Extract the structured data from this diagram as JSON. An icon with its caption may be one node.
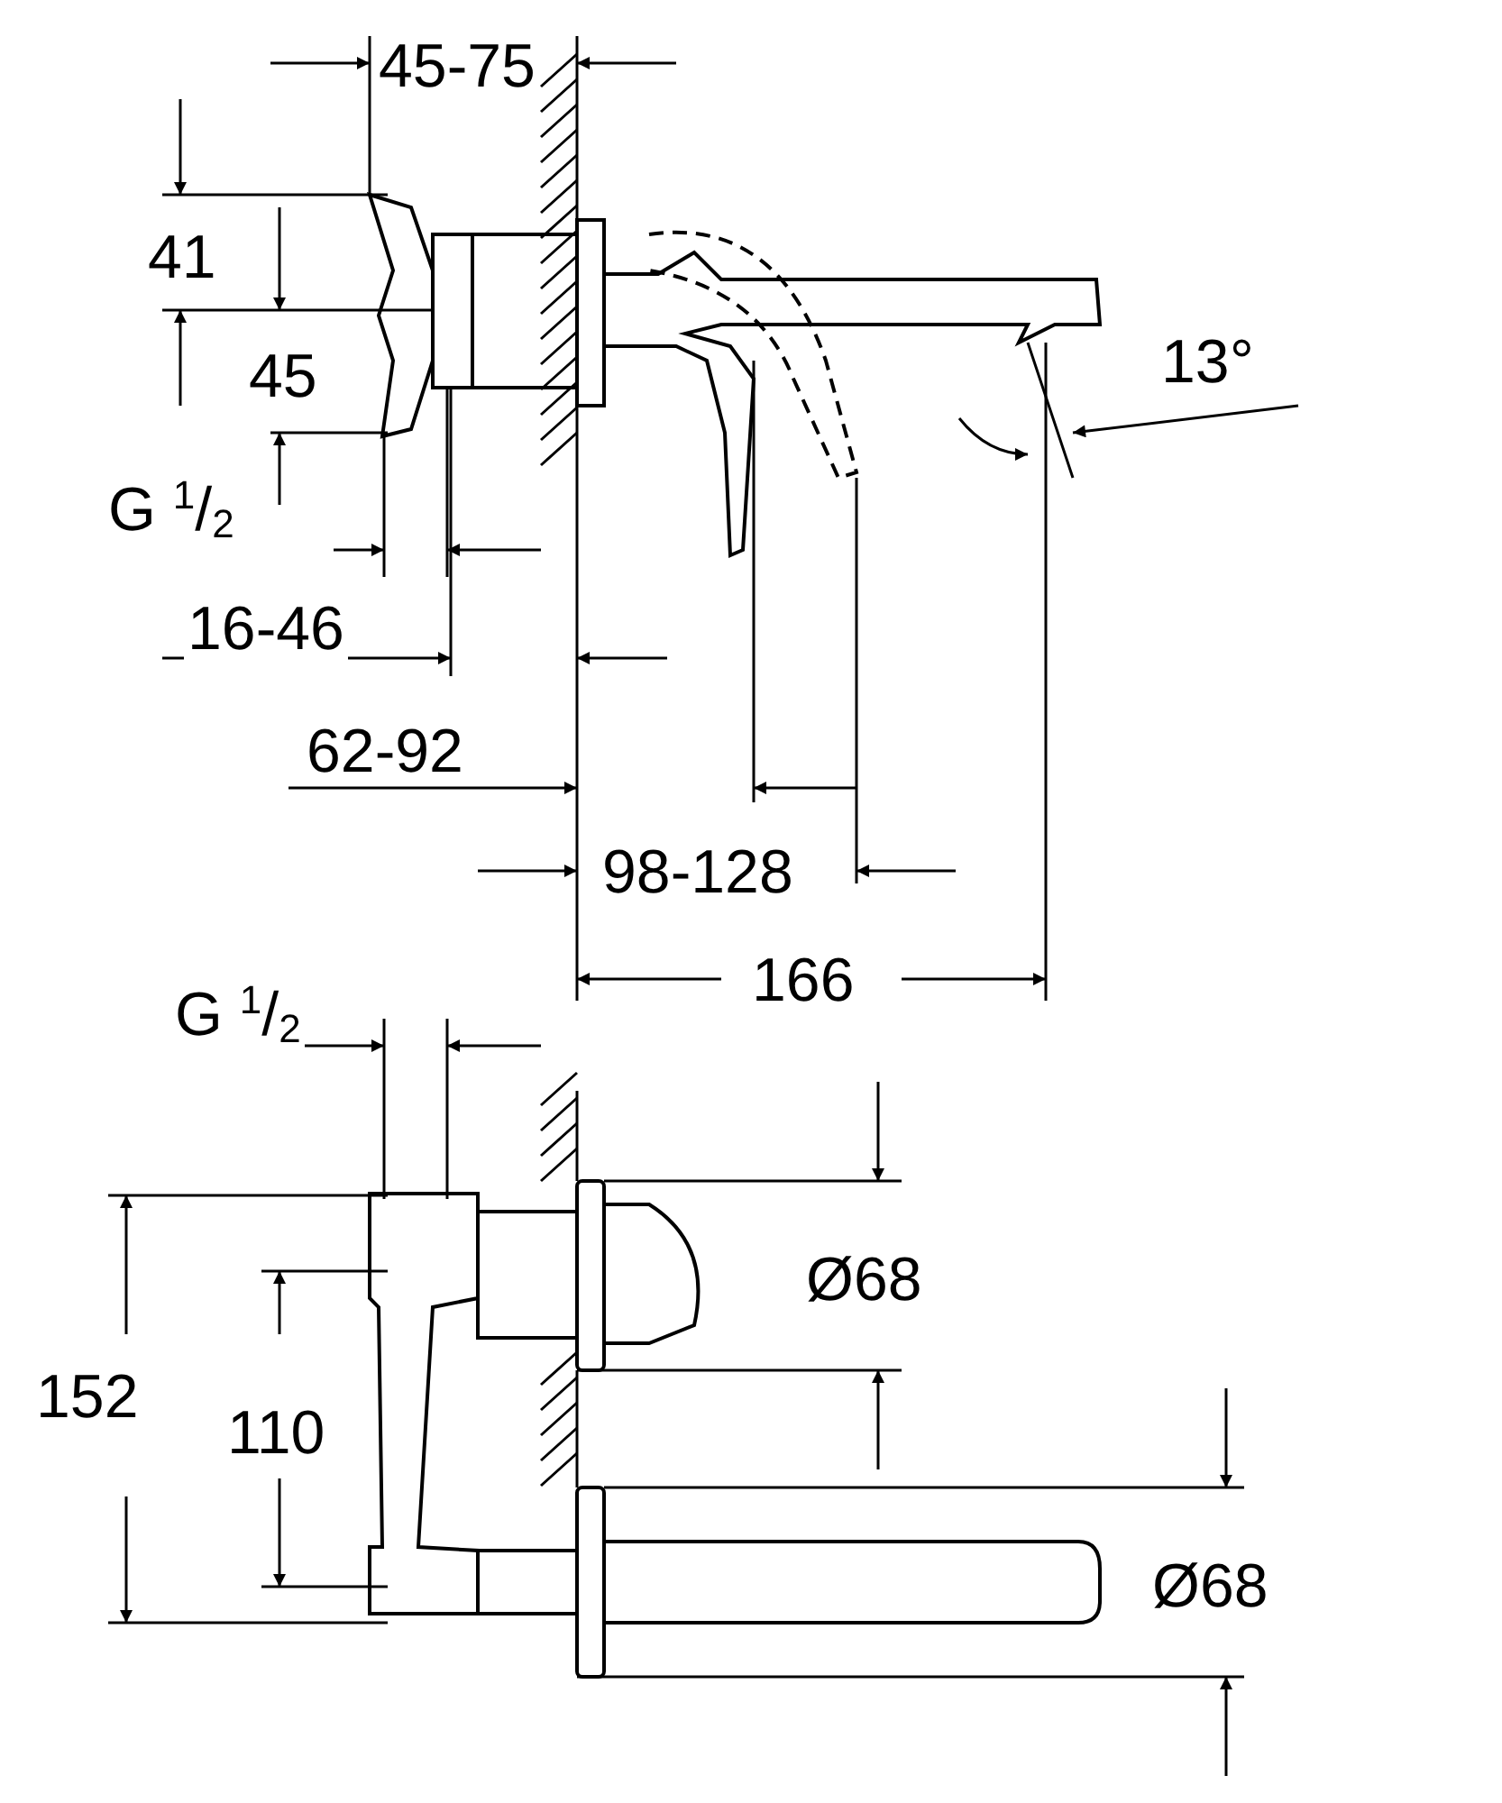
{
  "diagram": {
    "labels": [
      "45-75",
      "41",
      "45",
      "G $^{1}$/$_{2}$",
      "16-46",
      "62-92",
      "98-128",
      "166",
      "13°",
      "G $^{1}$/$_{2}$",
      "152",
      "110",
      "Ø68",
      "Ø68"
    ]
  }
}
